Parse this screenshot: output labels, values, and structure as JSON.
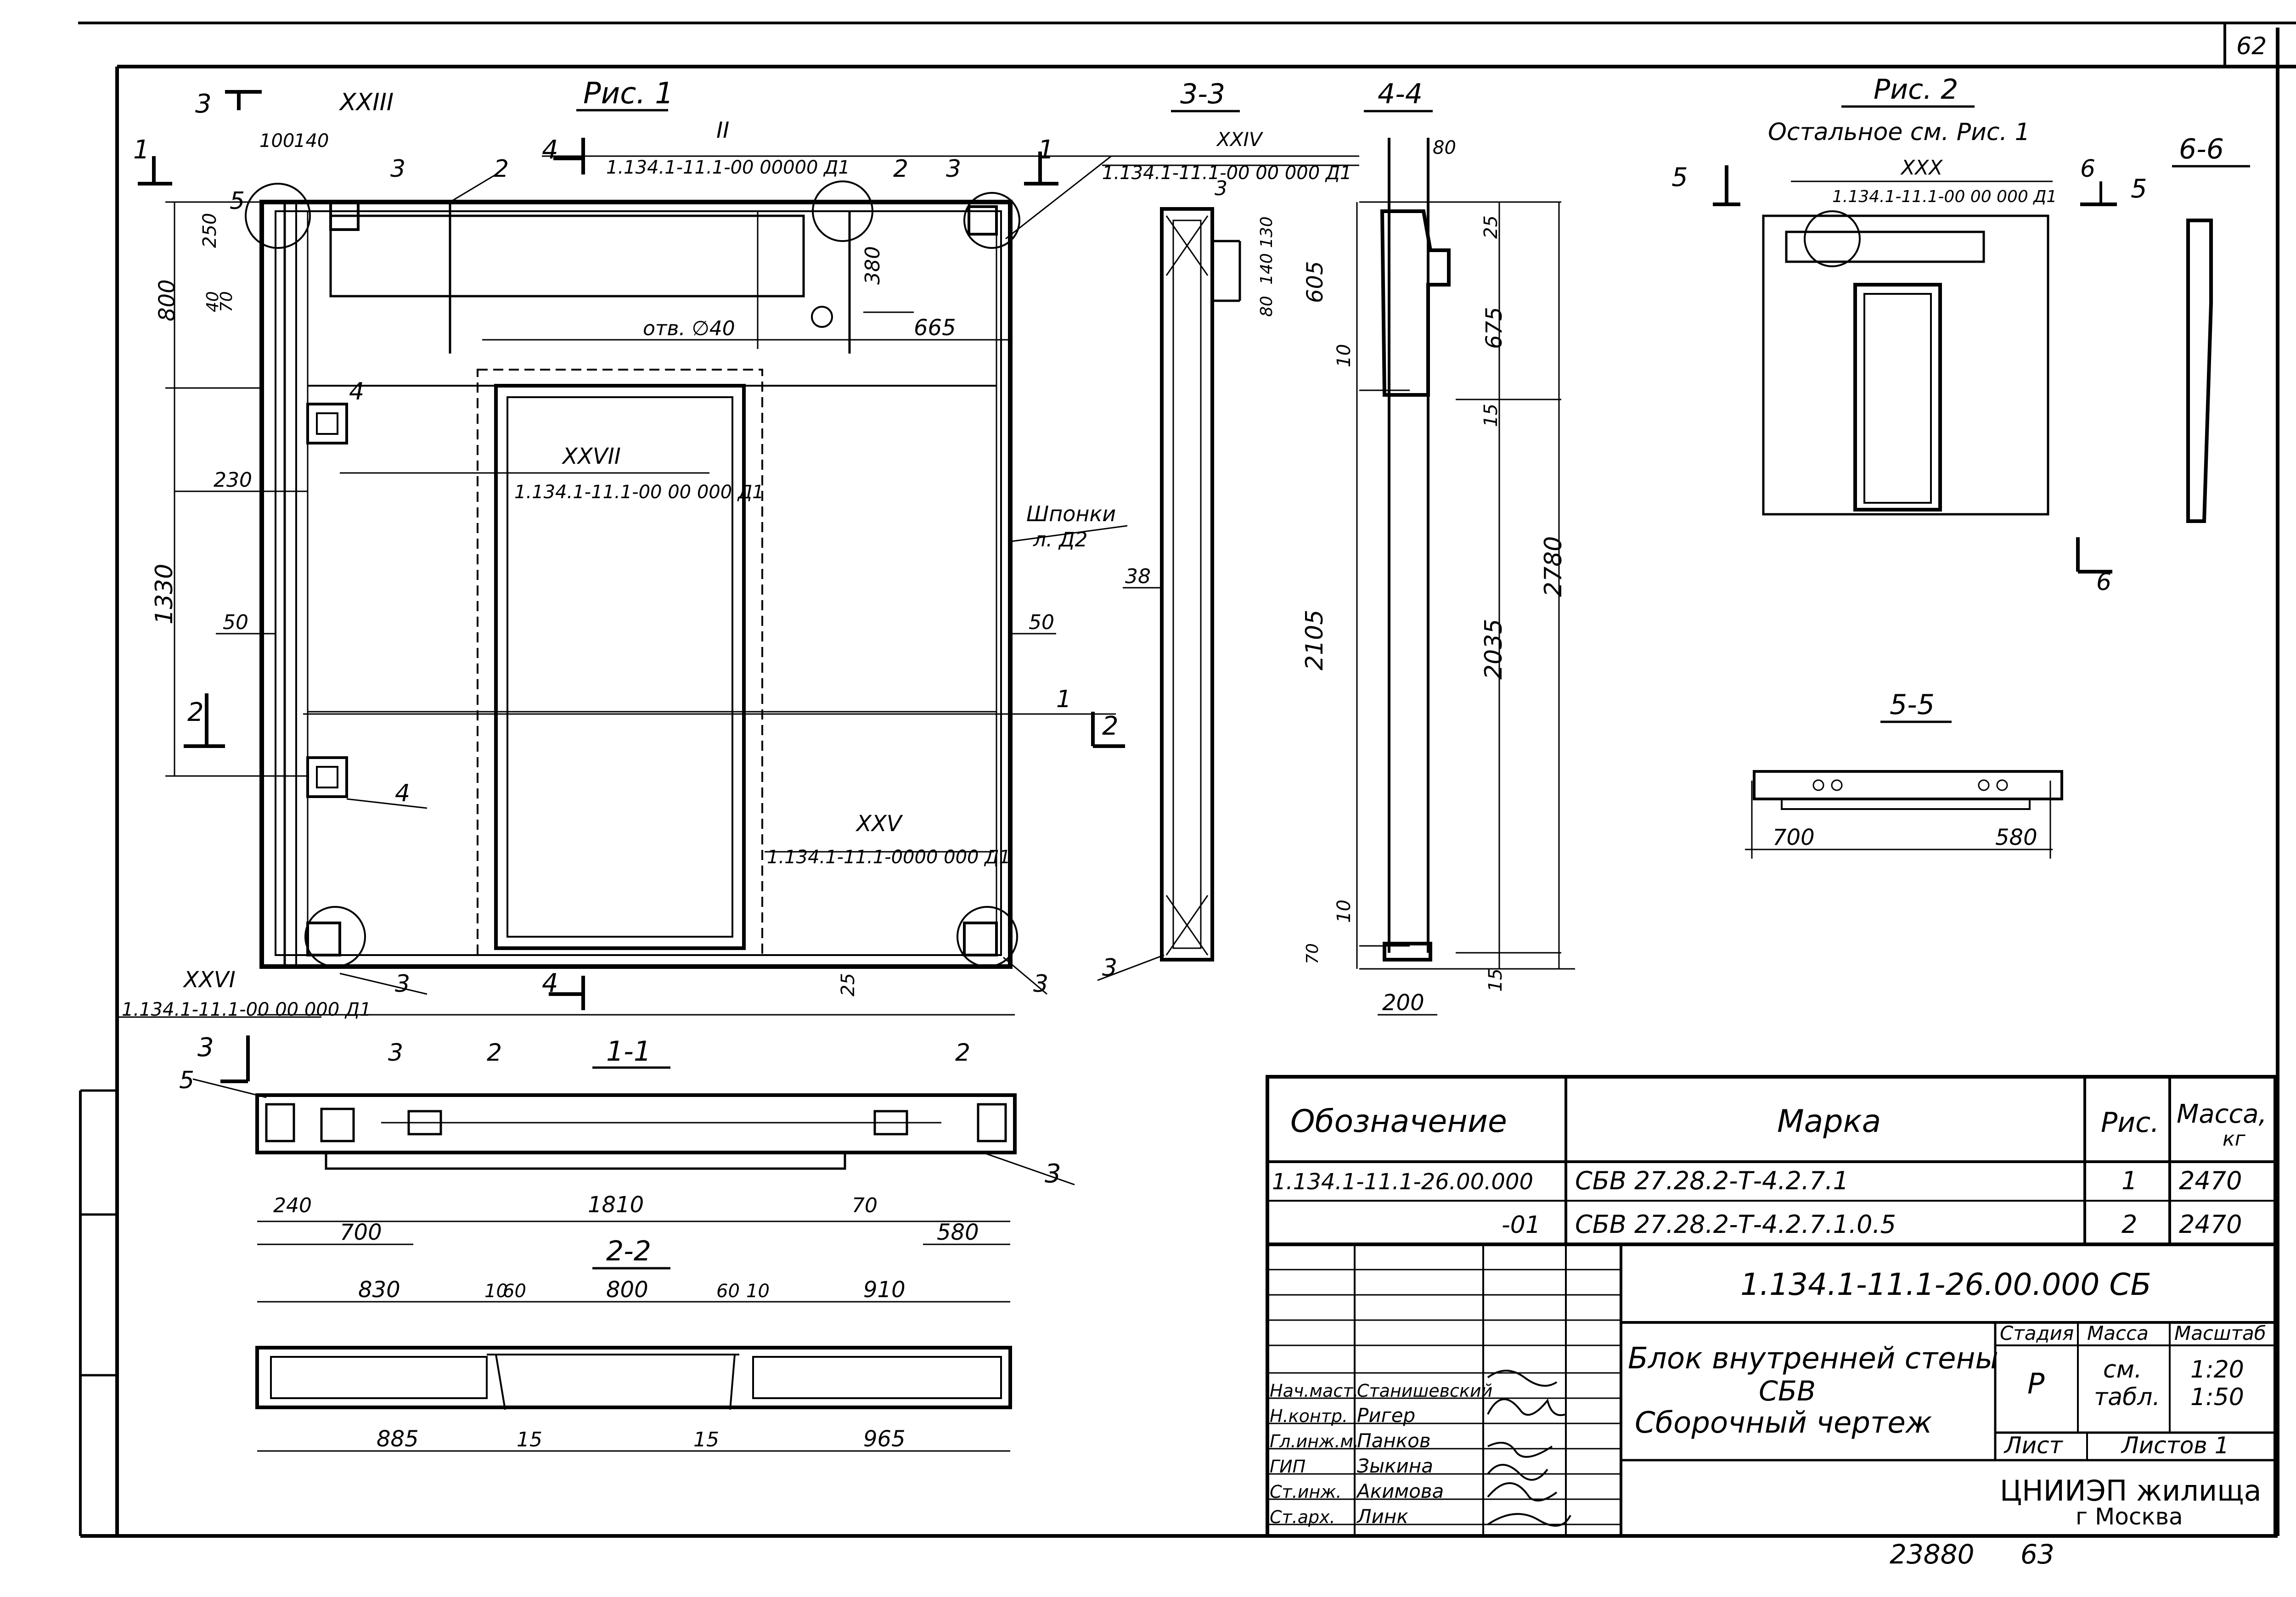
{
  "sheet": {
    "number": "62"
  },
  "views": {
    "fig1_title": "Рис. 1",
    "fig2_title": "Рис. 2",
    "fig2_note": "Остальное см. Рис. 1",
    "sec_3_3": "3-3",
    "sec_4_4": "4-4",
    "sec_6_6": "6-6",
    "sec_5_5": "5-5",
    "sec_1_1": "1-1",
    "sec_2_2": "2-2"
  },
  "refs": {
    "xxiii": "XXIII",
    "ii": "II",
    "ii_doc": "1.134.1-11.1-00 00000 Д1",
    "xxiv": "XXIV",
    "xxiv_doc": "1.134.1-11.1-00 00 000 Д1",
    "xxvii": "XXVII",
    "xxvii_doc": "1.134.1-11.1-00 00 000 Д1",
    "xxv": "XXV",
    "xxv_doc": "1.134.1-11.1-0000 000 Д1",
    "xxvi": "XXVI",
    "xxvi_doc": "1.134.1-11.1-00 00 000 Д1",
    "xxx": "XXX",
    "xxx_doc": "1.134.1-11.1-00 00 000 Д1",
    "hole": "отв. ∅40",
    "keys": "Шпонки",
    "keys_sheet": "л. Д2"
  },
  "callouts": {
    "c1": "1",
    "c2": "2",
    "c3": "3",
    "c4": "4",
    "c5": "5",
    "c6": "6"
  },
  "dims": {
    "d100": "100",
    "d140": "140",
    "d250": "250",
    "d800": "800",
    "d40": "40",
    "d70": "70",
    "d230": "230",
    "d1330": "1330",
    "d50": "50",
    "d380": "380",
    "d665": "665",
    "d25": "25",
    "d130": "130",
    "d605": "605",
    "d10": "10",
    "d38": "38",
    "d2105": "2105",
    "d80": "80",
    "d675": "675",
    "d15": "15",
    "d2035": "2035",
    "d2780": "2780",
    "d200": "200",
    "d700": "700",
    "d580": "580",
    "d240": "240",
    "d1810": "1810",
    "d830": "830",
    "d60": "60",
    "d910": "910",
    "d885": "885",
    "d965": "965"
  },
  "spec_table": {
    "headers": {
      "designation": "Обозначение",
      "mark": "Марка",
      "fig": "Рис.",
      "mass": "Масса,",
      "mass_unit": "кг"
    },
    "rows": [
      {
        "designation": "1.134.1-11.1-26.00.000",
        "mark": "СБВ 27.28.2-Т-4.2.7.1",
        "fig": "1",
        "mass": "2470"
      },
      {
        "designation": "-01",
        "mark": "СБВ 27.28.2-Т-4.2.7.1.0.5",
        "fig": "2",
        "mass": "2470"
      }
    ]
  },
  "title_block": {
    "doc_code": "1.134.1-11.1-26.00.000 СБ",
    "name_line1": "Блок внутренней стены",
    "name_line2": "СБВ",
    "name_line3": "Сборочный чертеж",
    "stage_label": "Стадия",
    "mass_label": "Масса",
    "scale_label": "Масштаб",
    "stage": "Р",
    "mass_val1": "см.",
    "mass_val2": "табл.",
    "scale1": "1:20",
    "scale2": "1:50",
    "sheet_label": "Лист",
    "sheets_label": "Листов 1",
    "org_line1": "ЦНИИЭП жилища",
    "org_line2": "г Москва",
    "people": [
      {
        "role": "Нач.маст.",
        "name": "Станишевский"
      },
      {
        "role": "Н.контр.",
        "name": "Ригер"
      },
      {
        "role": "Гл.инж.м.",
        "name": "Панков"
      },
      {
        "role": "ГИП",
        "name": "Зыкина"
      },
      {
        "role": "Ст.инж.",
        "name": "Акимова"
      },
      {
        "role": "Ст.арх.",
        "name": "Линк"
      }
    ]
  },
  "footer": {
    "inv": "23880",
    "page": "63"
  }
}
